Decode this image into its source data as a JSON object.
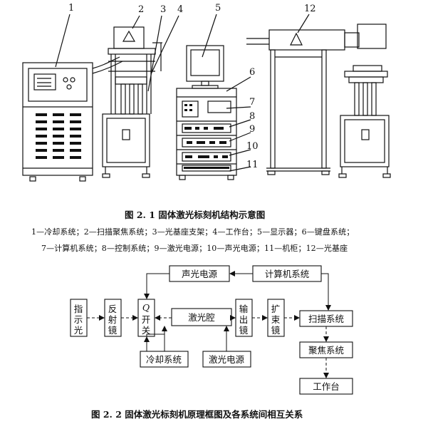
{
  "figure1": {
    "caption": "图 2. 1   固体激光标刻机结构示意图",
    "callouts": [
      "1",
      "2",
      "3",
      "4",
      "5",
      "6",
      "7",
      "8",
      "9",
      "10",
      "11",
      "12"
    ],
    "legend_line1": "1—冷却系统；2—扫描聚焦系统；3—光基座支架；4—工作台；5—显示器；6—键盘系统；",
    "legend_line2": "7—计算机系统；8—控制系统；9—激光电源；10—声光电源；11—机柜；12—光基座"
  },
  "figure2": {
    "caption": "图 2. 2   固体激光标刻机原理框图及各系统间相互关系",
    "blocks": {
      "acousto_power": "声光电源",
      "computer": "计算机系统",
      "indicator": [
        "指",
        "示",
        "光"
      ],
      "reflector": [
        "反",
        "射",
        "镜"
      ],
      "qswitch": [
        "Q",
        "开",
        "关"
      ],
      "cavity": "激光腔",
      "output_mirror": [
        "输",
        "出",
        "镜"
      ],
      "expander": [
        "扩",
        "束",
        "镜"
      ],
      "scanner": "扫描系统",
      "focus": "聚焦系统",
      "worktable": "工作台",
      "cooling": "冷却系统",
      "laser_power": "激光电源"
    }
  }
}
